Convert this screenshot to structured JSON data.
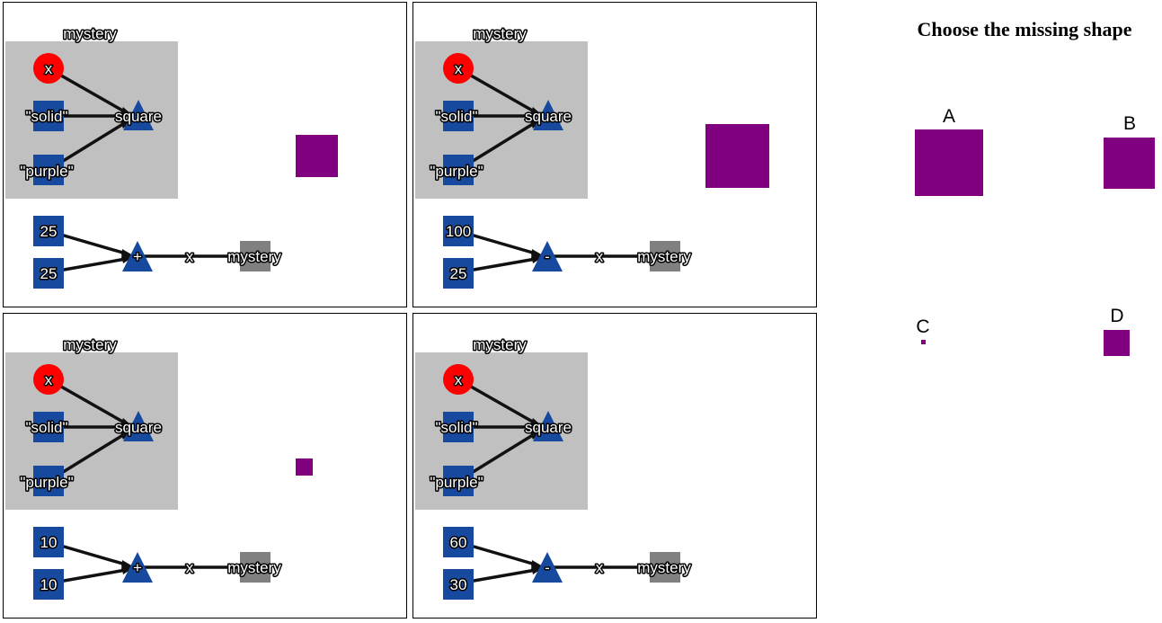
{
  "title": "Choose the missing shape",
  "colors": {
    "shape": "#800080",
    "variable": "#ff0000",
    "constant": "#174a9e",
    "function": "#174a9e",
    "output": "#808080",
    "definition_bg": "#c0c0c0"
  },
  "panels": [
    {
      "definition": {
        "name": "mystery",
        "param": "x",
        "args": [
          "\"solid\"",
          "\"purple\""
        ],
        "fn": "square"
      },
      "call": {
        "inputs": [
          "25",
          "25"
        ],
        "op": "+",
        "var": "x",
        "out": "mystery"
      },
      "result_size": 50
    },
    {
      "definition": {
        "name": "mystery",
        "param": "x",
        "args": [
          "\"solid\"",
          "\"purple\""
        ],
        "fn": "square"
      },
      "call": {
        "inputs": [
          "100",
          "25"
        ],
        "op": "-",
        "var": "x",
        "out": "mystery"
      },
      "result_size": 75
    },
    {
      "definition": {
        "name": "mystery",
        "param": "x",
        "args": [
          "\"solid\"",
          "\"purple\""
        ],
        "fn": "square"
      },
      "call": {
        "inputs": [
          "10",
          "10"
        ],
        "op": "+",
        "var": "x",
        "out": "mystery"
      },
      "result_size": 20
    },
    {
      "definition": {
        "name": "mystery",
        "param": "x",
        "args": [
          "\"solid\"",
          "\"purple\""
        ],
        "fn": "square"
      },
      "call": {
        "inputs": [
          "60",
          "30"
        ],
        "op": "-",
        "var": "x",
        "out": "mystery"
      },
      "result_size": null
    }
  ],
  "options": [
    {
      "letter": "A",
      "size": 80
    },
    {
      "letter": "B",
      "size": 60
    },
    {
      "letter": "C",
      "size": 5
    },
    {
      "letter": "D",
      "size": 30
    }
  ]
}
